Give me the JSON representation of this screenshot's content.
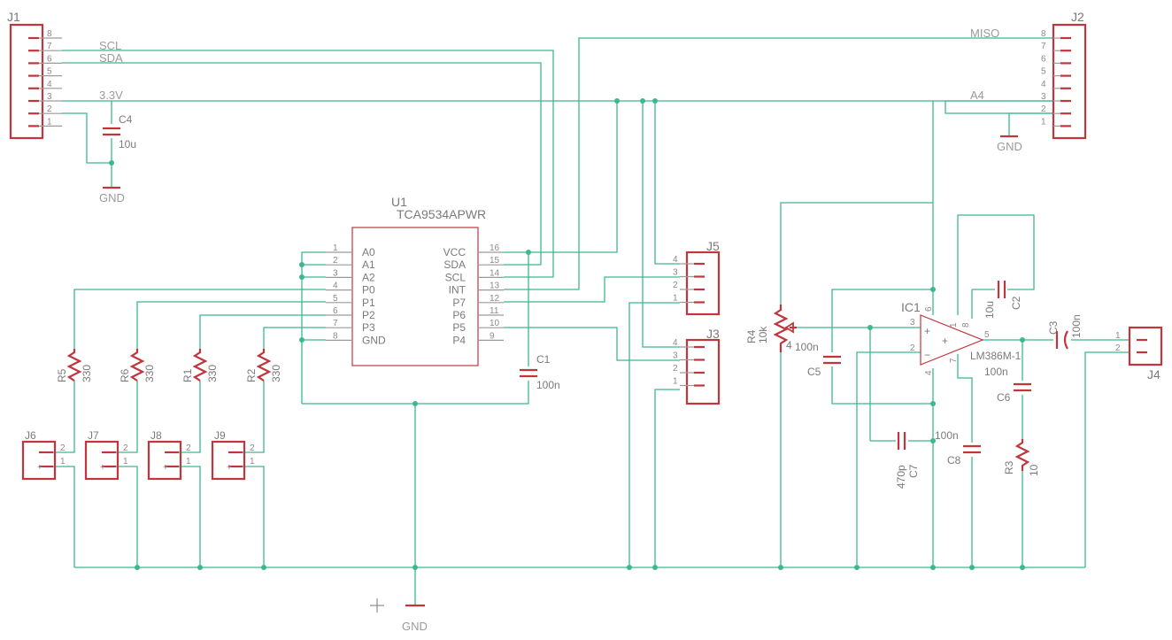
{
  "nets": {
    "scl": "SCL",
    "sda": "SDA",
    "v33": "3.3V",
    "miso": "MISO",
    "a4": "A4",
    "gnd": "GND"
  },
  "u1": {
    "ref": "U1",
    "value": "TCA9534APWR",
    "left_pins": [
      {
        "num": "1",
        "name": "A0"
      },
      {
        "num": "2",
        "name": "A1"
      },
      {
        "num": "3",
        "name": "A2"
      },
      {
        "num": "4",
        "name": "P0"
      },
      {
        "num": "5",
        "name": "P1"
      },
      {
        "num": "6",
        "name": "P2"
      },
      {
        "num": "7",
        "name": "P3"
      },
      {
        "num": "8",
        "name": "GND"
      }
    ],
    "right_pins": [
      {
        "num": "16",
        "name": "VCC"
      },
      {
        "num": "15",
        "name": "SDA"
      },
      {
        "num": "14",
        "name": "SCL"
      },
      {
        "num": "13",
        "name": "INT"
      },
      {
        "num": "12",
        "name": "P7"
      },
      {
        "num": "11",
        "name": "P6"
      },
      {
        "num": "10",
        "name": "P5"
      },
      {
        "num": "9",
        "name": "P4"
      }
    ]
  },
  "j1": {
    "ref": "J1",
    "pins": [
      "8",
      "7",
      "6",
      "5",
      "4",
      "3",
      "2",
      "1"
    ]
  },
  "j2": {
    "ref": "J2",
    "pins": [
      "8",
      "7",
      "6",
      "5",
      "4",
      "3",
      "2",
      "1"
    ]
  },
  "j5": {
    "ref": "J5",
    "pins": [
      "4",
      "3",
      "2",
      "1"
    ]
  },
  "j3": {
    "ref": "J3",
    "pins": [
      "4",
      "3",
      "2",
      "1"
    ]
  },
  "j4": {
    "ref": "J4",
    "pins": [
      "1",
      "2"
    ]
  },
  "small_connectors": [
    {
      "ref": "J6",
      "p2": "2",
      "p1": "1"
    },
    {
      "ref": "J7",
      "p2": "2",
      "p1": "1"
    },
    {
      "ref": "J8",
      "p2": "2",
      "p1": "1"
    },
    {
      "ref": "J9",
      "p2": "2",
      "p1": "1"
    }
  ],
  "resistors": [
    {
      "ref": "R5",
      "value": "330"
    },
    {
      "ref": "R6",
      "value": "330"
    },
    {
      "ref": "R1",
      "value": "330"
    },
    {
      "ref": "R2",
      "value": "330"
    },
    {
      "ref": "R3",
      "value": "10"
    },
    {
      "ref": "R4",
      "value": "10k"
    }
  ],
  "capacitors": {
    "c4": {
      "ref": "C4",
      "value": "10u"
    },
    "c1": {
      "ref": "C1",
      "value": "100n"
    },
    "c5": {
      "ref": "C5",
      "value": "100n"
    },
    "c2": {
      "ref": "C2",
      "value": "10u"
    },
    "c3": {
      "ref": "C3",
      "value": "100n"
    },
    "c6": {
      "ref": "C6",
      "value": "100n"
    },
    "c7": {
      "ref": "C7",
      "value": "470p"
    },
    "c8": {
      "ref": "C8",
      "value": "100n"
    }
  },
  "ic1": {
    "ref": "IC1",
    "value": "LM386M-1",
    "pins": {
      "p3": "3",
      "p2": "2",
      "p5": "5",
      "p6": "6",
      "p4": "4",
      "p1": "1",
      "p8": "8",
      "p7": "7"
    },
    "plus": "+",
    "minus": "−"
  },
  "r4_wiper": "4"
}
